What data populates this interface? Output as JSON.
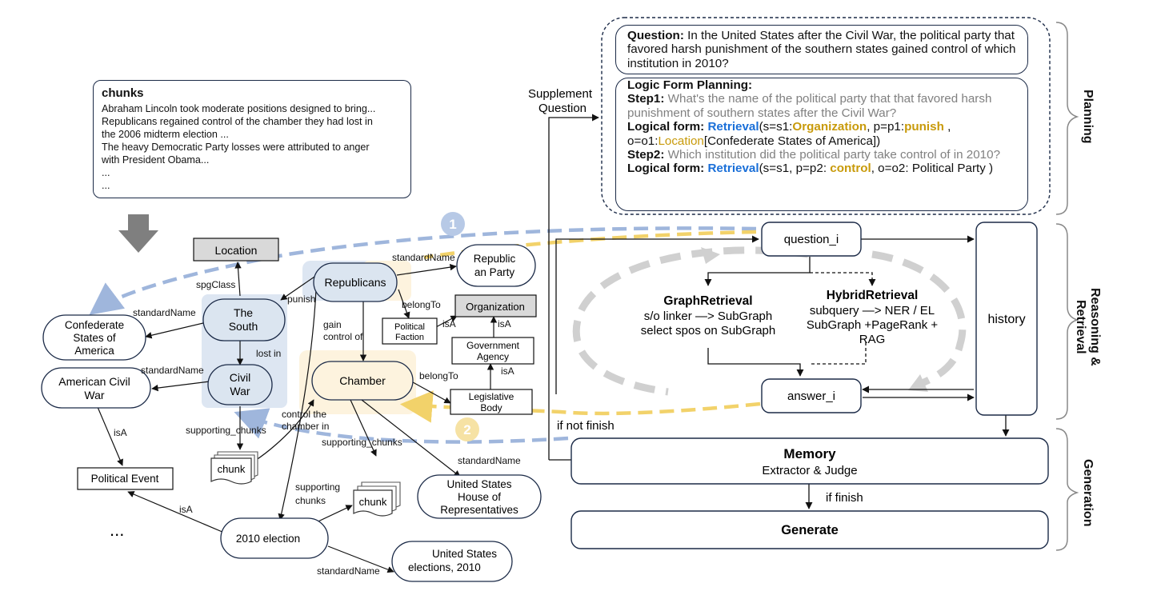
{
  "chunks": {
    "title": "chunks",
    "lines": [
      "Abraham Lincoln took moderate positions designed to bring...",
      "Republicans regained control of the chamber they had lost in",
      "the 2006 midterm election ...",
      "The heavy Democratic Party losses were attributed to anger",
      "with President Obama...",
      "...",
      "..."
    ]
  },
  "graph": {
    "nodes": {
      "location": "Location",
      "republicans": "Republicans",
      "republican_party": [
        "Republic",
        "an Party"
      ],
      "organization": "Organization",
      "confederate": [
        "Confederate",
        "States of",
        "America"
      ],
      "the_south": [
        "The",
        "South"
      ],
      "political_faction": [
        "Political",
        "Faction"
      ],
      "government_agency": [
        "Government",
        "Agency"
      ],
      "american_civil_war": [
        "American Civil",
        "War"
      ],
      "civil_war": [
        "Civil",
        "War"
      ],
      "chamber": "Chamber",
      "legislative_body": [
        "Legislative",
        "Body"
      ],
      "political_event": "Political Event",
      "chunk_a": "chunk",
      "chunk_b": "chunk",
      "us_house": [
        "United States",
        "House of",
        "Representatives"
      ],
      "election_2010": "2010 election",
      "us_elections": [
        "United States",
        "elections, 2010"
      ],
      "ellipsis": "..."
    },
    "edges": {
      "spg_class": "spgClass",
      "standard_name_1": "standardName",
      "standard_name_2": "standardName",
      "standard_name_3": "standardName",
      "standard_name_4": "standardName",
      "standard_name_5": "standardName",
      "punish": "punish",
      "belong_to_1": "belongTo",
      "belong_to_2": "belongTo",
      "is_a_1": "isA",
      "is_a_2": "isA",
      "is_a_3": "isA",
      "is_a_4": "isA",
      "is_a_5": "isA",
      "gain_control": [
        "gain",
        "control of"
      ],
      "lost_in": "lost in",
      "control_chamber": [
        "control the",
        "chamber in"
      ],
      "supporting_chunks_1": "supporting_chunks",
      "supporting_chunks_2": "supporting_chunks",
      "supporting_chunks_3": [
        "supporting",
        "chunks"
      ]
    },
    "circle_labels": [
      "1",
      "2"
    ]
  },
  "planning": {
    "question_label": "Question:",
    "question_text": "In the United States after the Civil War, the political party that favored harsh punishment of the southern states gained control of which institution in 2010?",
    "logic_title": "Logic Form Planning:",
    "step1_label": "Step1:",
    "step1_text": "What's the name of the political party that that favored harsh punishment of southern states after the Civil War?",
    "lf_label": "Logical form:",
    "lf1_fn": "Retrieval",
    "lf1_a": "(s=s1:",
    "lf1_org": "Organization",
    "lf1_b": ", p=p1:",
    "lf1_punish": "punish",
    "lf1_c": ", o=o1:",
    "lf1_loc": "Location",
    "lf1_d": "[Confederate States of America])",
    "step2_label": "Step2:",
    "step2_text": "Which institution did the political party take control of in 2010?",
    "lf2_fn": "Retrieval",
    "lf2_a": "(s=s1, p=p2: ",
    "lf2_control": "control",
    "lf2_b": ", o=o2: Political Party )"
  },
  "reasoning": {
    "supplement_question": [
      "Supplement",
      "Question"
    ],
    "question_i": "question_i",
    "answer_i": "answer_i",
    "history": "history",
    "graph_retrieval_title": "GraphRetrieval",
    "graph_retrieval_lines": [
      "s/o linker —> SubGraph",
      "select spos on SubGraph"
    ],
    "hybrid_retrieval_title": "HybridRetrieval",
    "hybrid_retrieval_lines": [
      "subquery —> NER / EL",
      "SubGraph +PageRank +",
      "RAG"
    ],
    "if_not_finish": "if not finish"
  },
  "generation": {
    "memory_title": "Memory",
    "memory_sub": "Extractor & Judge",
    "if_finish": "if finish",
    "generate": "Generate"
  },
  "stages": {
    "planning": "Planning",
    "reasoning": "Reasoning & Retrieval",
    "generation": "Generation"
  },
  "colors": {
    "node_fill": "#dbe5f0",
    "node_stroke": "#1b2a47",
    "gray_box": "#d9d9d9",
    "blue_dash": "#9fb6dc",
    "yellow_dash": "#f2d26a",
    "blue_highlight": "#dde6f2",
    "yellow_highlight": "#fdf3de",
    "retrieval_blue": "#1a6fd8",
    "gold": "#c89a0a"
  }
}
